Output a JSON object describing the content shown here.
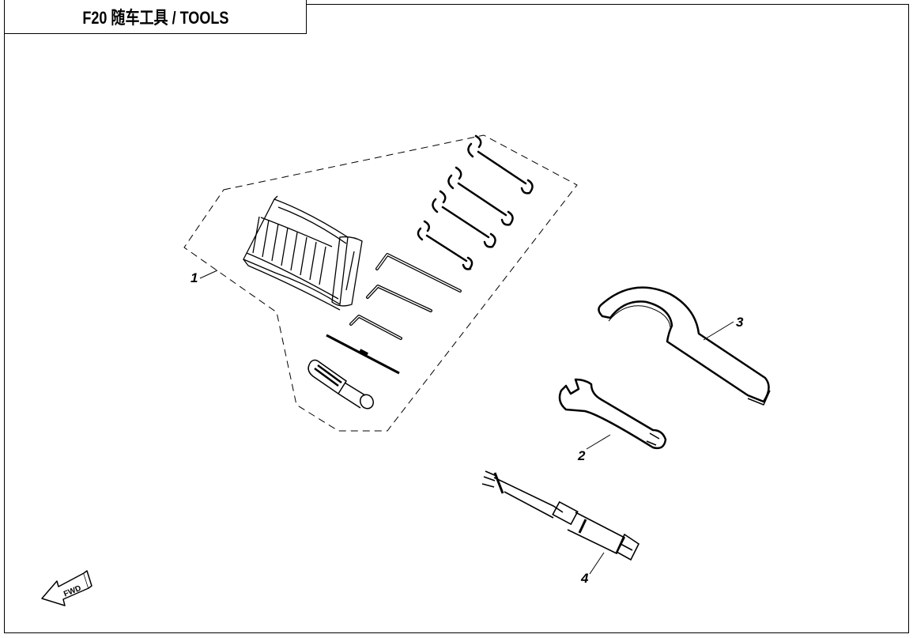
{
  "title": "F20 随车工具 / TOOLS",
  "parts": [
    {
      "callout": "1",
      "name": "Tool kit (pouch, open-end wrenches, hex keys, screwdriver, handle)"
    },
    {
      "callout": "2",
      "name": "Open-end wrench"
    },
    {
      "callout": "3",
      "name": "Hook spanner wrench"
    },
    {
      "callout": "4",
      "name": "Spark plug socket wrench"
    }
  ],
  "direction_indicator": {
    "label": "FWD",
    "icon": "arrow-icon"
  },
  "colors": {
    "line": "#000000",
    "background": "#ffffff"
  }
}
